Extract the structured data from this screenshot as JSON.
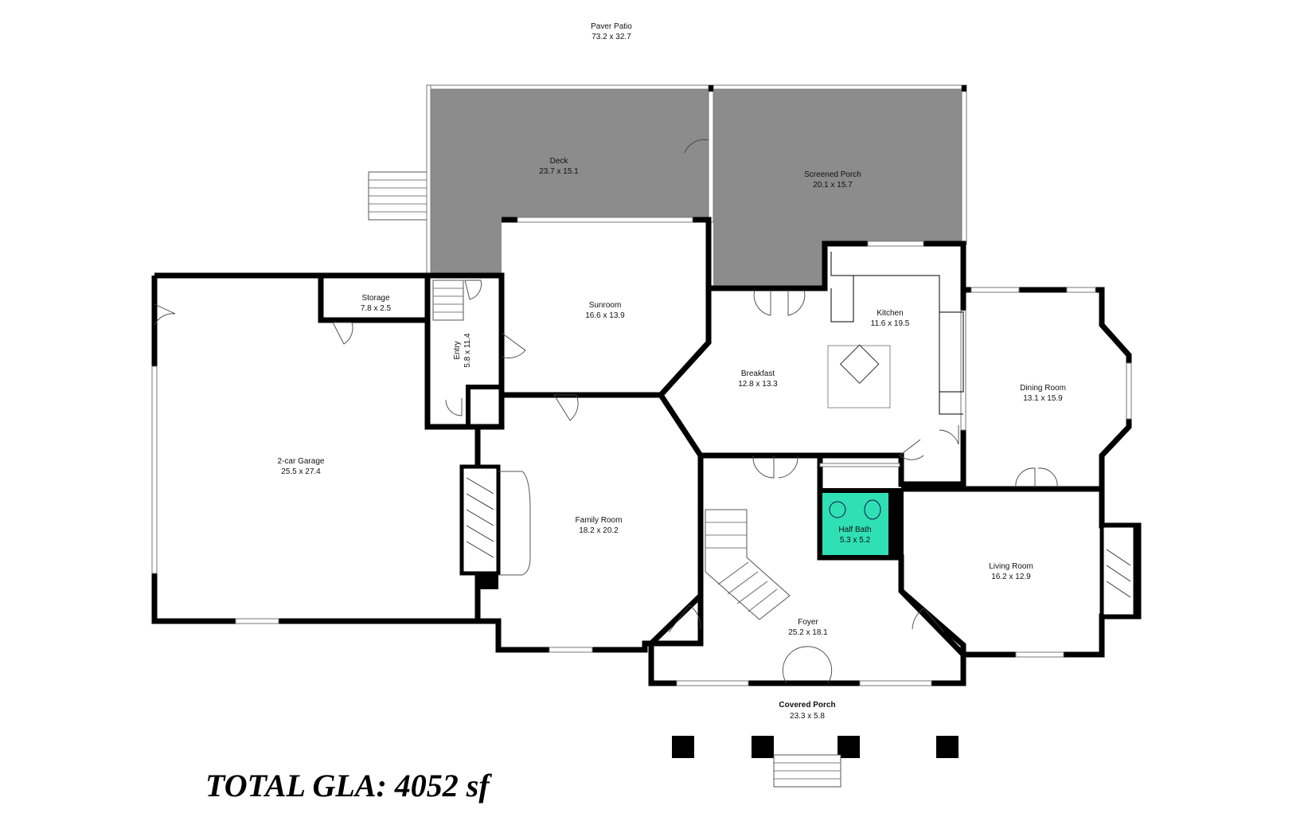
{
  "colors": {
    "deck": "#8c8c8c",
    "half_bath": "#2fe0b4",
    "wall": "#000000",
    "background": "#ffffff"
  },
  "rooms": {
    "paver_patio": {
      "name": "Paver Patio",
      "dims": "73.2 x 32.7"
    },
    "deck": {
      "name": "Deck",
      "dims": "23.7 x 15.1"
    },
    "screened_porch": {
      "name": "Screened Porch",
      "dims": "20.1 x 15.7"
    },
    "storage": {
      "name": "Storage",
      "dims": "7.8 x 2.5"
    },
    "entry": {
      "name": "Entry",
      "dims": "5.8 x 11.4"
    },
    "sunroom": {
      "name": "Sunroom",
      "dims": "16.6 x 13.9"
    },
    "kitchen": {
      "name": "Kitchen",
      "dims": "11.6 x 19.5"
    },
    "breakfast": {
      "name": "Breakfast",
      "dims": "12.8 x 13.3"
    },
    "dining_room": {
      "name": "Dining Room",
      "dims": "13.1 x 15.9"
    },
    "garage": {
      "name": "2-car Garage",
      "dims": "25.5 x 27.4"
    },
    "family_room": {
      "name": "Family Room",
      "dims": "18.2 x 20.2"
    },
    "half_bath": {
      "name": "Half Bath",
      "dims": "5.3 x 5.2"
    },
    "living_room": {
      "name": "Living Room",
      "dims": "16.2 x 12.9"
    },
    "foyer": {
      "name": "Foyer",
      "dims": "25.2 x 18.1"
    },
    "covered_porch": {
      "name": "Covered Porch",
      "dims": "23.3 x 5.8"
    }
  },
  "total_gla": "TOTAL GLA: 4052 sf"
}
